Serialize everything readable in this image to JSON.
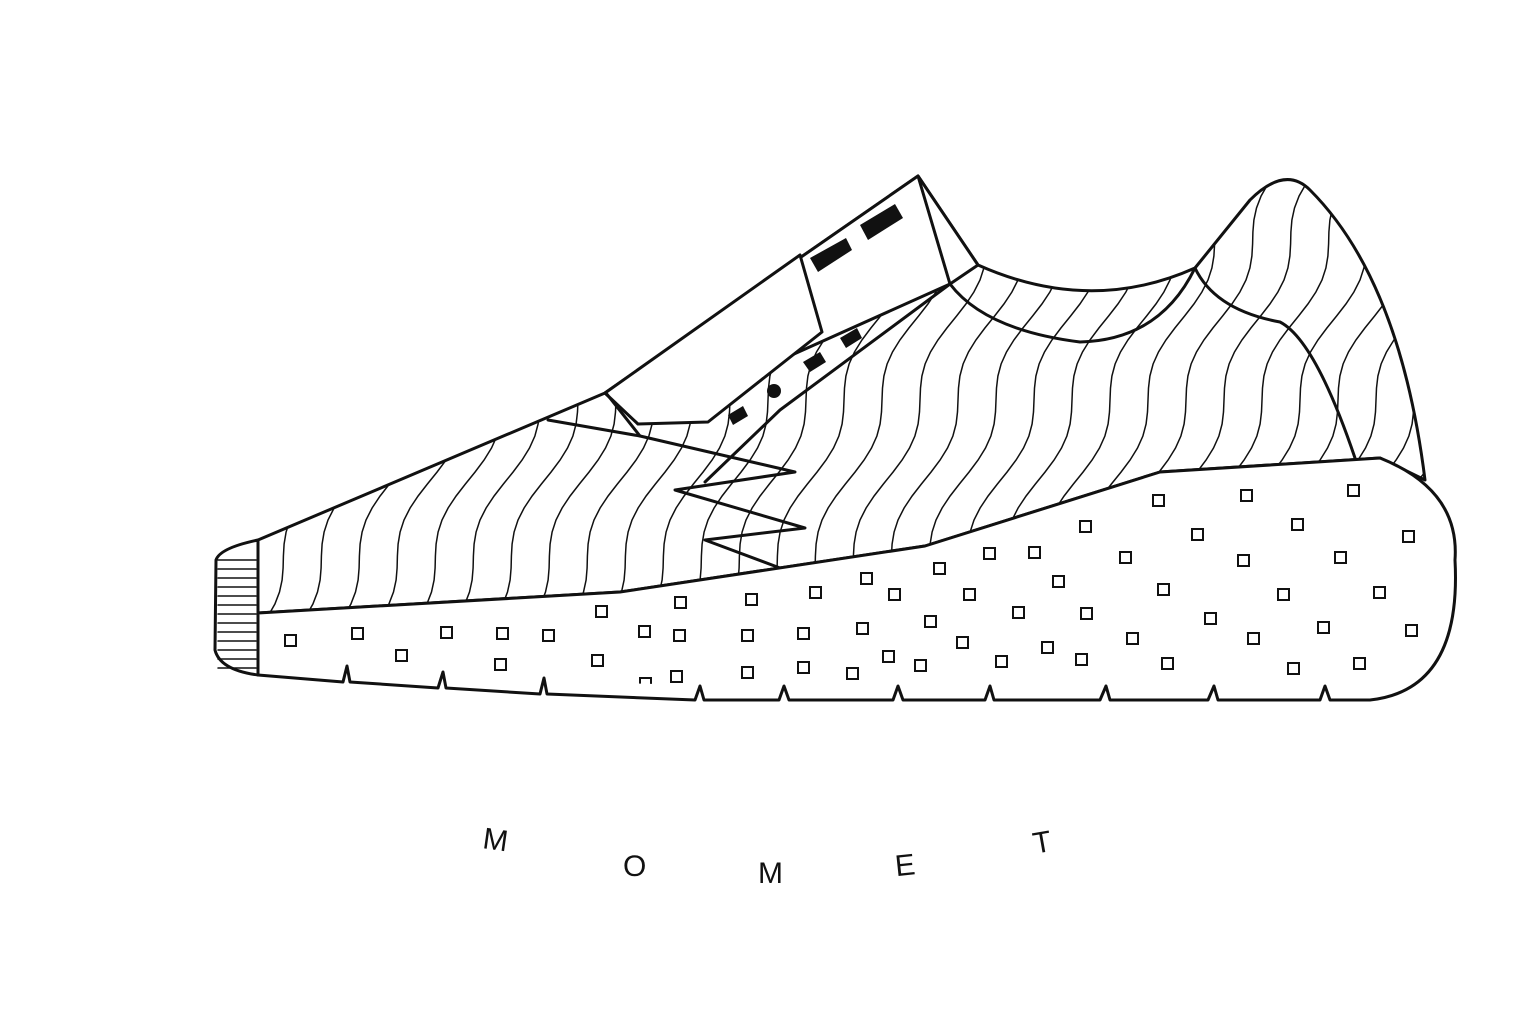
{
  "caption": {
    "letters": [
      "M",
      "O",
      "M",
      "E",
      "T"
    ]
  },
  "colors": {
    "background": "#ffffff",
    "ink": "#111111"
  }
}
